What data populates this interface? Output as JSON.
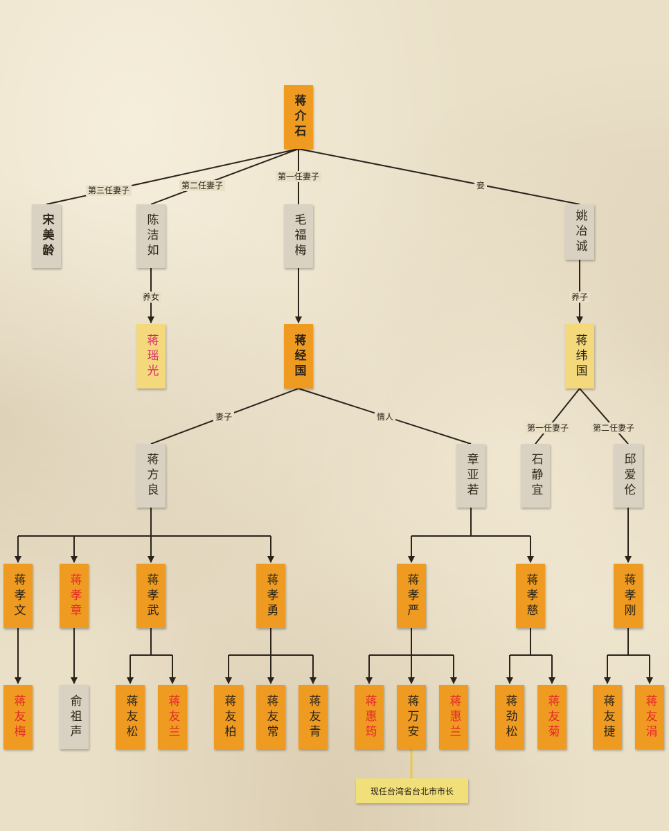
{
  "persons": {
    "jiang_jieshi": "蒋介石",
    "song_meiling": "宋美龄",
    "chen_jieru": "陈洁如",
    "mao_fumei": "毛福梅",
    "yao_yecheng": "姚冶诚",
    "jiang_yaoguang": "蒋瑶光",
    "jiang_jingguo": "蒋经国",
    "jiang_weiguo": "蒋纬国",
    "jiang_fangliang": "蒋方良",
    "zhang_yaruo": "章亚若",
    "shi_jingyi": "石静宜",
    "qiu_ailun": "邱爱伦",
    "jiang_xiaowen": "蒋孝文",
    "jiang_xiaozhang": "蒋孝章",
    "jiang_xiaowu": "蒋孝武",
    "jiang_xiaoyong": "蒋孝勇",
    "jiang_xiaoyan": "蒋孝严",
    "jiang_xiaoci": "蒋孝慈",
    "jiang_xiaogang": "蒋孝刚",
    "jiang_youmei": "蒋友梅",
    "yu_zusheng": "俞祖声",
    "jiang_yousong": "蒋友松",
    "jiang_youlan": "蒋友兰",
    "jiang_youbo": "蒋友柏",
    "jiang_youchang": "蒋友常",
    "jiang_youqing": "蒋友青",
    "jiang_huiyun": "蒋惠筠",
    "jiang_wanan": "蒋万安",
    "jiang_huilan": "蒋惠兰",
    "jiang_jinsong": "蒋劲松",
    "jiang_youju": "蒋友菊",
    "jiang_youjie": "蒋友捷",
    "jiang_youjuan": "蒋友涓"
  },
  "relations": {
    "third_wife": "第三任妻子",
    "second_wife": "第二任妻子",
    "first_wife": "第一任妻子",
    "concubine": "妾",
    "adopted_daughter": "养女",
    "adopted_son": "养子",
    "wife": "妻子",
    "lover": "情人",
    "wg_first_wife": "第一任妻子",
    "wg_second_wife": "第二任妻子"
  },
  "note": "现任台湾省台北市市长",
  "colors": {
    "background": "#eae0c8",
    "line": "#2a231a",
    "orange": "#ef9b22",
    "gray": "#d9d2c2",
    "yellow": "#f4d97c",
    "red_text": "#e5272a",
    "magenta_text": "#d6246b",
    "note_bg": "#f1e07a"
  }
}
